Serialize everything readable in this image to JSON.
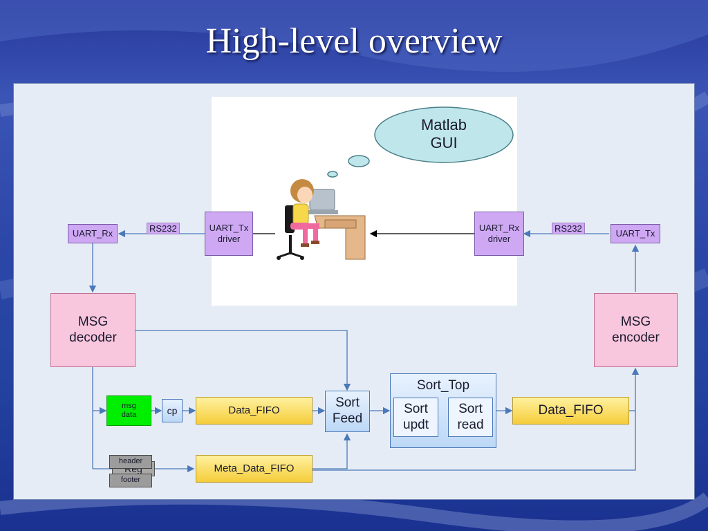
{
  "title": "High-level overview",
  "diagram": {
    "thought": "Matlab GUI",
    "uart_rx_left": "UART_Rx",
    "rs232_left": "RS232",
    "uart_tx_driver": "UART_Tx driver",
    "uart_rx_driver": "UART_Rx driver",
    "rs232_right": "RS232",
    "uart_tx_right": "UART_Tx",
    "msg_decoder": "MSG decoder",
    "msg_encoder": "MSG encoder",
    "msg_data": "msg data",
    "cp": "cp",
    "data_fifo_left": "Data_FIFO",
    "sort_feed": "Sort Feed",
    "sort_top": "Sort_Top",
    "sort_updt": "Sort updt",
    "sort_read": "Sort read",
    "data_fifo_right": "Data_FIFO",
    "header": "header",
    "reg": "Reg",
    "footer": "footer",
    "meta_data_fifo": "Meta_Data_FIFO"
  },
  "colors": {
    "purple": "#cfa8f4",
    "pink": "#f8c6dd",
    "yellow": "#f5cd3a",
    "blue": "#bcd8f6",
    "green": "#00ee00",
    "line": "#4a78b8"
  }
}
